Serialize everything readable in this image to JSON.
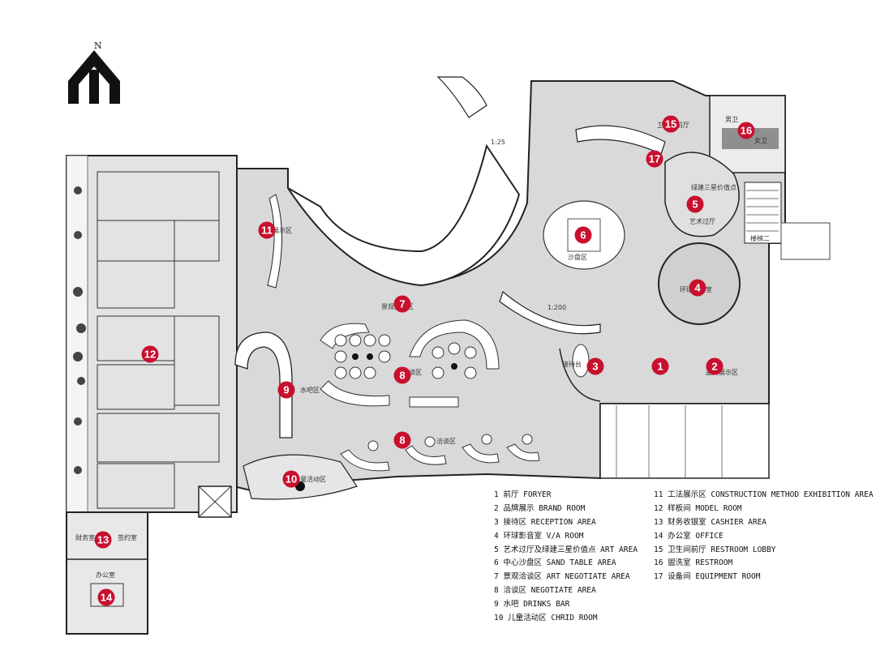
{
  "compass": {
    "label": "N"
  },
  "markers": [
    {
      "id": "m1",
      "num": "1"
    },
    {
      "id": "m2",
      "num": "2"
    },
    {
      "id": "m3",
      "num": "3"
    },
    {
      "id": "m4",
      "num": "4"
    },
    {
      "id": "m5",
      "num": "5"
    },
    {
      "id": "m6",
      "num": "6"
    },
    {
      "id": "m7",
      "num": "7"
    },
    {
      "id": "m8a",
      "num": "8"
    },
    {
      "id": "m8b",
      "num": "8"
    },
    {
      "id": "m9",
      "num": "9"
    },
    {
      "id": "m10",
      "num": "10"
    },
    {
      "id": "m11",
      "num": "11"
    },
    {
      "id": "m12",
      "num": "12"
    },
    {
      "id": "m13",
      "num": "13"
    },
    {
      "id": "m14",
      "num": "14"
    },
    {
      "id": "m15",
      "num": "15"
    },
    {
      "id": "m16",
      "num": "16"
    },
    {
      "id": "m17",
      "num": "17"
    }
  ],
  "plan_labels": {
    "water_bar": "水吧区",
    "restroom_lobby": "卫生间前厅",
    "restroom_men": "男卫",
    "restroom_women": "女卫",
    "stair2": "楼梯二",
    "art_corridor": "艺术过厅",
    "art_point": "绿建三星价值点",
    "av_room": "环球影音室",
    "reception": "接待台",
    "brand": "品牌展示区",
    "sand": "沙盘区",
    "negotiate": "洽谈区",
    "negotiate2": "洽谈区",
    "art_negotiate": "景观洽谈区",
    "kids": "儿童活动区",
    "cashier": "财务室",
    "sign": "签约室",
    "office": "办公室",
    "method": "工法展示区",
    "scale": "1:200",
    "scale2": "1:25"
  },
  "legend_left": [
    "1 前厅 FORYER",
    "2 品牌展示 BRAND ROOM",
    "3 接待区 RECEPTION AREA",
    "4 环球影音室 V/A ROOM",
    "5 艺术过厅及绿建三星价值点 ART AREA",
    "6 中心沙盘区 SAND TABLE AREA",
    "7 景观洽谈区 ART NEGOTIATE AREA",
    "8 洽谈区 NEGOTIATE AREA",
    "9 水吧 DRINKS BAR",
    "10 儿童活动区 CHRID ROOM"
  ],
  "legend_right": [
    "11 工法展示区 CONSTRUCTION METHOD EXHIBITION AREA",
    "12 样板间 MODEL ROOM",
    "13 财务收银室  CASHIER AREA",
    "14 办公室 OFFICE",
    "15 卫生间前厅 RESTROOM LOBBY",
    "16 盥洗室 RESTROOM",
    "17 设备间 EQUIPMENT ROOM"
  ],
  "colors": {
    "marker": "#c8102e",
    "floor": "#d9d9d9",
    "wall": "#222222"
  }
}
